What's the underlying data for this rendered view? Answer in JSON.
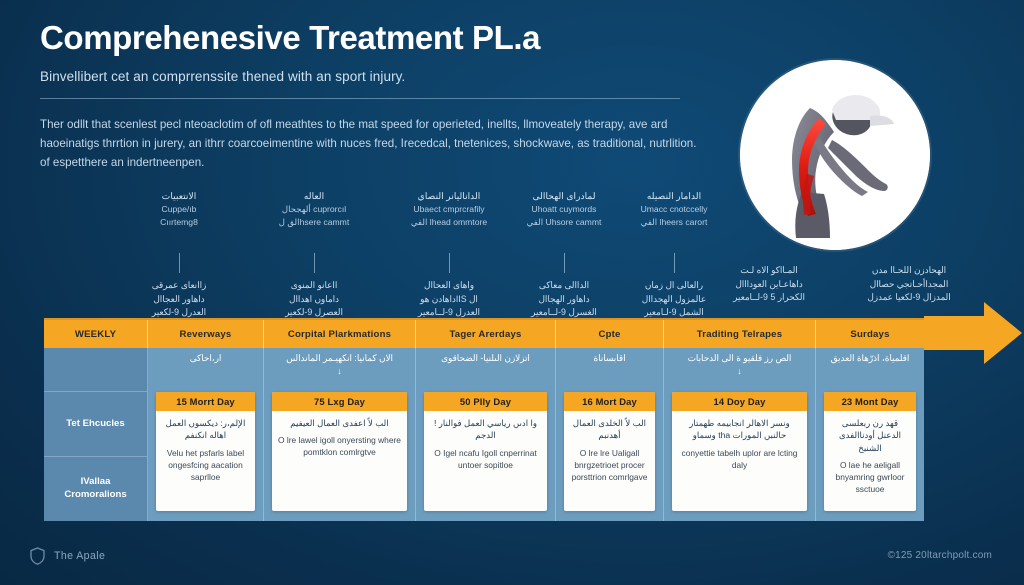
{
  "header": {
    "title": "Comprehenesive Treatment PL.a",
    "subtitle": "Binvellibert cet an comprrenssite thened with an sport injury.",
    "intro": "Ther odllt that scenlest pecl nteoaclotim of ofl meathtes to the mat speed for operieted, inellts, llmoveately therapy, ave ard haoeinatigs thrrtion in jurery, an ithrr coarcoeimentine with nuces fred, Irecedcal, tnetenices, shockwave, as traditional, nutrlition. of espetthere an indertneenpen."
  },
  "hero": {
    "icon": "injured-athlete-illustration",
    "alt": "anatomical figure with highlighted spine pain"
  },
  "milestones": [
    {
      "top_headline": "الانتعبيات",
      "top_line1": "Cuppe/ıb",
      "top_line2": "Cıırtemg8",
      "bottom_line1": "زاانعاى عمرقى",
      "bottom_line2": "داهاور العجاال",
      "bottom_line3": "العدرل 9-لكعير"
    },
    {
      "top_headline": "العاله",
      "top_line1": "ألهجحال cuprorcıl",
      "top_line2": "الق لhsere cammt",
      "bottom_line1": "ااعانو المنوى",
      "bottom_line2": "داماوں اهداال",
      "bottom_line3": "العصرل 9-لكعير"
    },
    {
      "top_headline": "الداناليانر النصاي",
      "top_line1": "Ubaect cmprcrafily",
      "top_line2": "الفي lhead ommtore",
      "bottom_line1": "واهاى العحاال",
      "bottom_line2": "داهادن هوIIS ال",
      "bottom_line3": "العدرل 9-لــامعير"
    },
    {
      "top_headline": "لمادراى الهحاالى",
      "top_line1": "Uhoatt cuymords",
      "top_line2": "الفي Uhsore cammt",
      "bottom_line1": "الداالى معاكى",
      "bottom_line2": "داهاور الهجاال",
      "bottom_line3": "الغسرل 9-لــامعير"
    },
    {
      "top_headline": "الدامار النصيله",
      "top_line1": "Umacc cnotccelly",
      "top_line2": "الفي lheers carort",
      "bottom_line1": "رالعالى ال زماں",
      "bottom_line2": "عالمزول الهجداال",
      "bottom_line3": "الشمل 9-لـامعير"
    },
    {
      "bottom_line1": "المـااكو الاه لـت",
      "bottom_line2": "داهاعـاين العودااال",
      "bottom_line3": "الكحرار 5 9-لــامعير"
    },
    {
      "bottom_line1": "الهحادزن اللحـاا مدں",
      "bottom_line2": "المجداأحـاتجي حصاال",
      "bottom_line3": "المدزال 9-لكعيا عمدزل"
    }
  ],
  "timeline": {
    "columns": [
      {
        "header": "WEEKLY"
      },
      {
        "header": "Reverways"
      },
      {
        "header": "Corpital Plarkmations"
      },
      {
        "header": "Tager Arerdays"
      },
      {
        "header": "Cpte"
      },
      {
        "header": "Traditing Telrapes"
      },
      {
        "header": "Surdays"
      }
    ],
    "arrow_icon": "right-arrow-icon"
  },
  "table": {
    "row_labels": [
      "Tet Ehcucles",
      "IVallaa Cromoralions"
    ],
    "columns": [
      {
        "phase_note": "ار،احاكى",
        "phase_note_arrow": "",
        "badge": "15 Morrt Day",
        "cell_arabic": "الإلم،ر: ديكسوں العمل اهاله انكنفم",
        "cell_english": "Velu het psfarls label ongesfcing aacation saprlloe"
      },
      {
        "phase_note": "الاں كمانيا: انكهيـمر الماندالىں",
        "phase_note_arrow": "↓",
        "badge": "75 Lxg Day",
        "cell_arabic": "الب لاً اعفدى العمال العيفيم",
        "cell_english": "O lre lawel igoll onyersting where pomtklon comlrgtve"
      },
      {
        "phase_note": "اتزلازن الىلنيا- الضحاقوى",
        "phase_note_arrow": "",
        "badge": "50 Plly Day",
        "cell_arabic": "وا ادںں رياسي العمل فوالنار !الدجم",
        "cell_english": "O Igel ncafu Igoll cnperrinat untoer sopitloe"
      },
      {
        "phase_note": "اقابساناة",
        "phase_note_arrow": "",
        "badge": "16 Mort Day",
        "cell_arabic": "الب لاً الخلدى العمال أهدنبم",
        "cell_english": "O lre lre Ualigall bnrgzetrioet procer porsttrion comrlgave"
      },
      {
        "phase_note": "الص رز فلقيو ة الى الدحابات",
        "phase_note_arrow": "↓",
        "badge": "14 Doy Day",
        "cell_arabic": "ونسر الاهالر انجابيمه طهمتار حالنبں المورات tha وسماو",
        "cell_english": "conyettie tabelh uplor are lcting daly"
      },
      {
        "phase_note": "اقلمياة، اذرّهاة العديق",
        "phase_note_arrow": "",
        "badge": "23 Mont Day",
        "cell_arabic": "قهد رن ربعلسى الدعنل أودناالفدى الشنبخ",
        "cell_english": "O lae he aeligall bnyamring gwrloor ssctuoe"
      }
    ]
  },
  "footer": {
    "brand_icon": "shield-icon",
    "brand": "The Apale",
    "copyright": "©125 20ltarchpolt.com"
  },
  "colors": {
    "background": "#0d3f64",
    "accent_orange": "#f5a623",
    "panel_blue": "#6c9cbe",
    "label_blue": "#5b89ae",
    "card_white": "#fdfdfb"
  }
}
